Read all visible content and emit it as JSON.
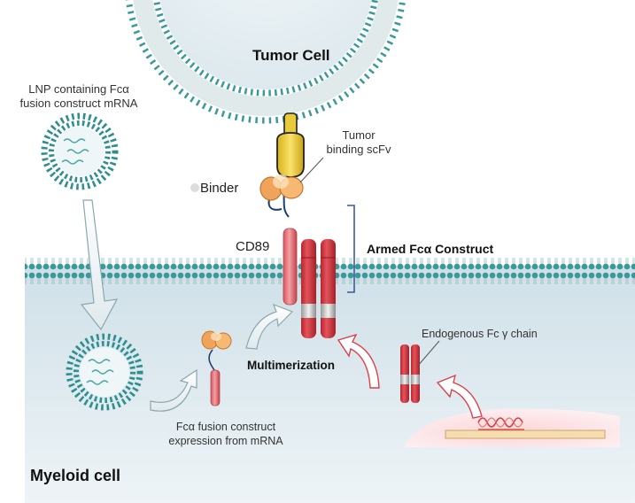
{
  "labels": {
    "tumor_cell": "Tumor Cell",
    "lnp_line1": "LNP containing Fcα",
    "lnp_line2": "fusion construct mRNA",
    "scfv_line1": "Tumor",
    "scfv_line2": "binding scFv",
    "binder": "Binder",
    "cd89": "CD89",
    "armed_construct": "Armed Fcα Construct",
    "endogenous": "Endogenous Fc γ chain",
    "multimerization": "Multimerization",
    "expression_line1": "Fcα fusion construct",
    "expression_line2": "expression from mRNA",
    "myeloid_cell": "Myeloid cell"
  },
  "colors": {
    "membrane_teal": "#2f8f8f",
    "cell_fill": "#dce9ef",
    "receptor_red": "#d0343d",
    "scfv_orange": "#f0a35a",
    "tumor_antigen_yellow": "#f4d23a",
    "bracket_blue": "#3a5aa0",
    "mrna_red": "#d83a3a"
  }
}
